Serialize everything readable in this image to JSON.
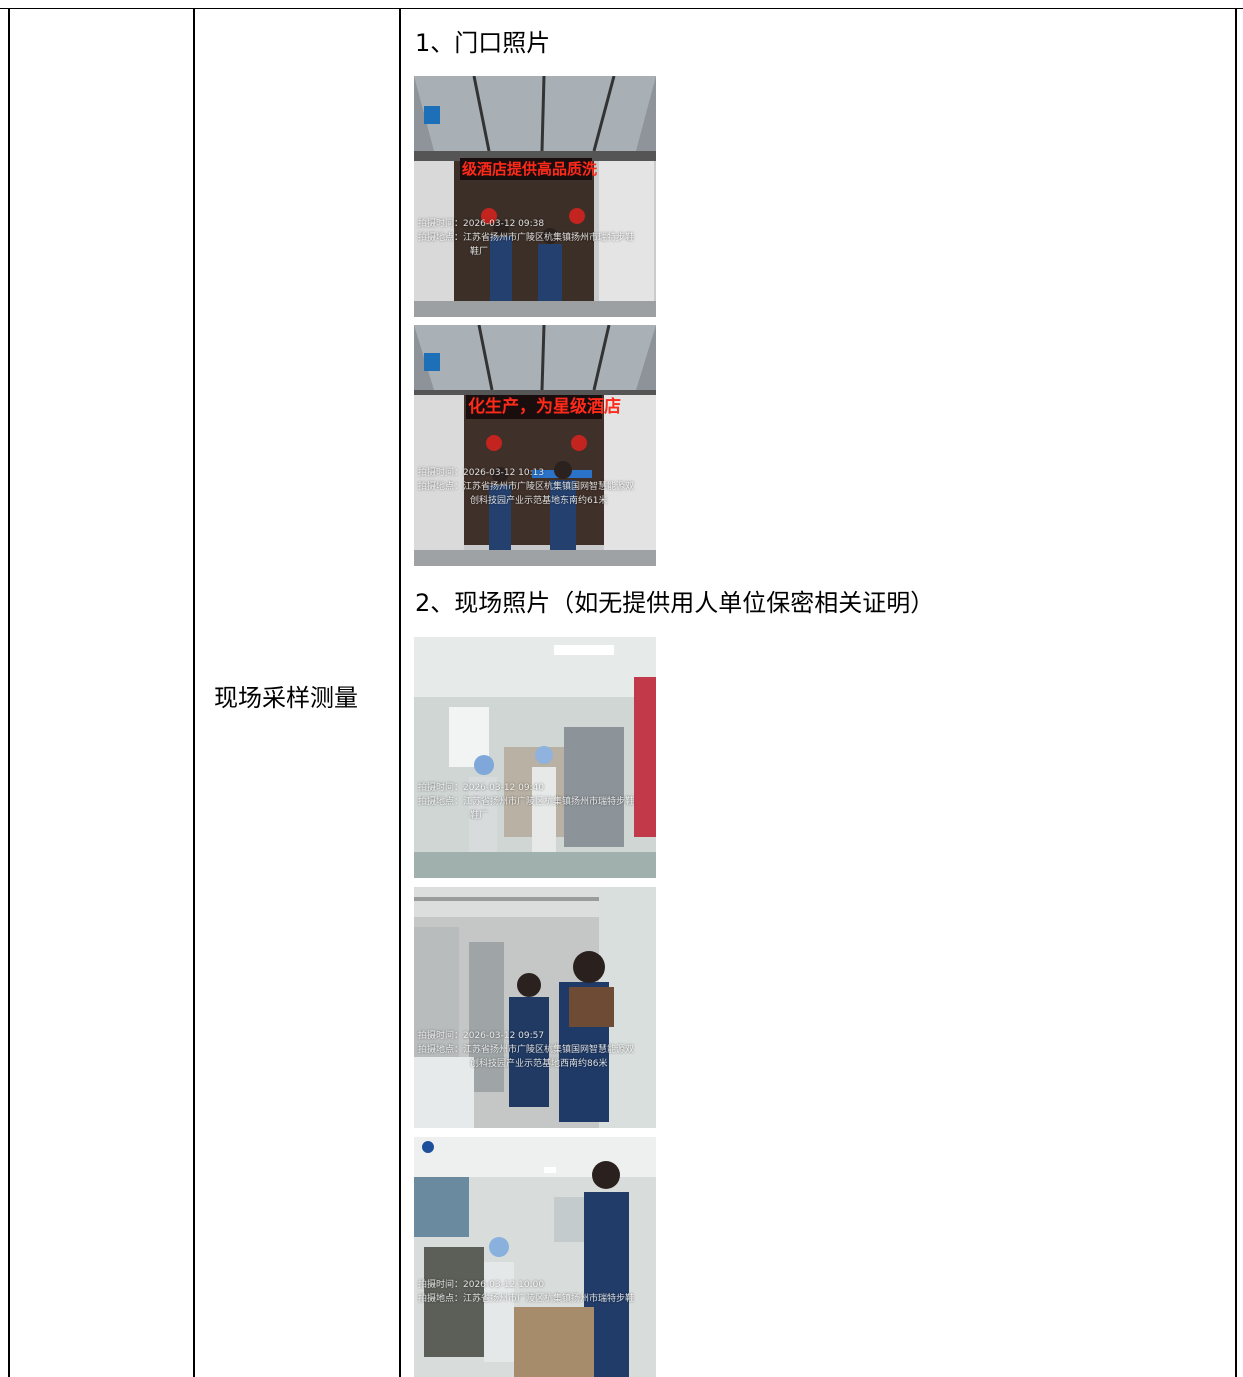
{
  "table": {
    "row_label": "现场采样测量",
    "section1_title": "1、门口照片",
    "section2_title": "2、现场照片（如无提供用人单位保密相关证明）"
  },
  "photos": {
    "door1": {
      "line1": "拍摄时间：2026-03-12 09:38",
      "line2": "拍摄地点：江苏省扬州市广陵区杭集镇扬州市瑞特步鞋",
      "line3": "鞋厂",
      "sign_text": "级酒店提供高品质洗"
    },
    "door2": {
      "line1": "拍摄时间：2026-03-12 10:13",
      "line2": "拍摄地点：江苏省扬州市广陵区杭集镇国网智慧能源双",
      "line3": "创科技园产业示范基地东南约61米",
      "sign_text": "化生产，为星级酒店"
    },
    "site1": {
      "line1": "拍摄时间：2026-03-12 09:40",
      "line2": "拍摄地点：江苏省扬州市广陵区杭集镇扬州市瑞特步鞋",
      "line3": "鞋厂"
    },
    "site2": {
      "line1": "拍摄时间：2026-03-12 09:57",
      "line2": "拍摄地点：江苏省扬州市广陵区杭集镇国网智慧能源双",
      "line3": "创科技园产业示范基地西南约86米"
    },
    "site3": {
      "line1": "拍摄时间：2026-03-12 10:00",
      "line2": "拍摄地点：江苏省扬州市广陵区杭集镇扬州市瑞特步鞋"
    }
  }
}
